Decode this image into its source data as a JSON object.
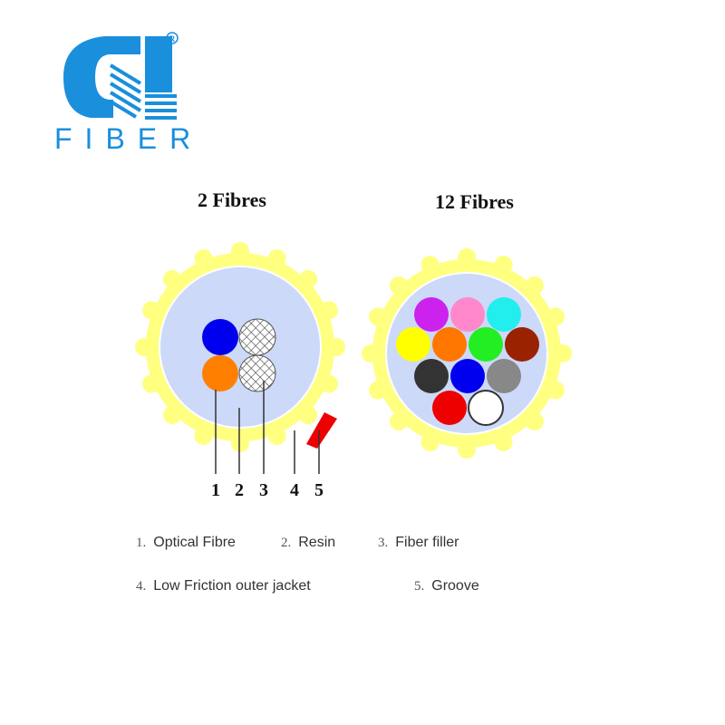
{
  "logo": {
    "mark": "CL",
    "text": "FIBER",
    "registered": "®",
    "color": "#1a8fdc"
  },
  "diagrams": [
    {
      "title": "2 Fibres",
      "fibres": [
        "#0000ee",
        "#ff8000"
      ],
      "fillers": 2
    },
    {
      "title": "12 Fibres",
      "fibres": [
        "#cc22ee",
        "#ff88cc",
        "#22eeee",
        "#ffff00",
        "#ff7700",
        "#22ee22",
        "#992200",
        "#333333",
        "#0000ee",
        "#888888",
        "#ee0000",
        "#ffffff"
      ]
    }
  ],
  "callouts": [
    "1",
    "2",
    "3",
    "4",
    "5"
  ],
  "legend": [
    {
      "num": "1.",
      "label": "Optical Fibre"
    },
    {
      "num": "2.",
      "label": "Resin"
    },
    {
      "num": "3.",
      "label": "Fiber filler"
    },
    {
      "num": "4.",
      "label": "Low Friction outer jacket"
    },
    {
      "num": "5.",
      "label": "Groove"
    }
  ],
  "colors": {
    "jacket": "#ffff80",
    "resin": "#ccd9f8",
    "groove": "#ee0000"
  }
}
